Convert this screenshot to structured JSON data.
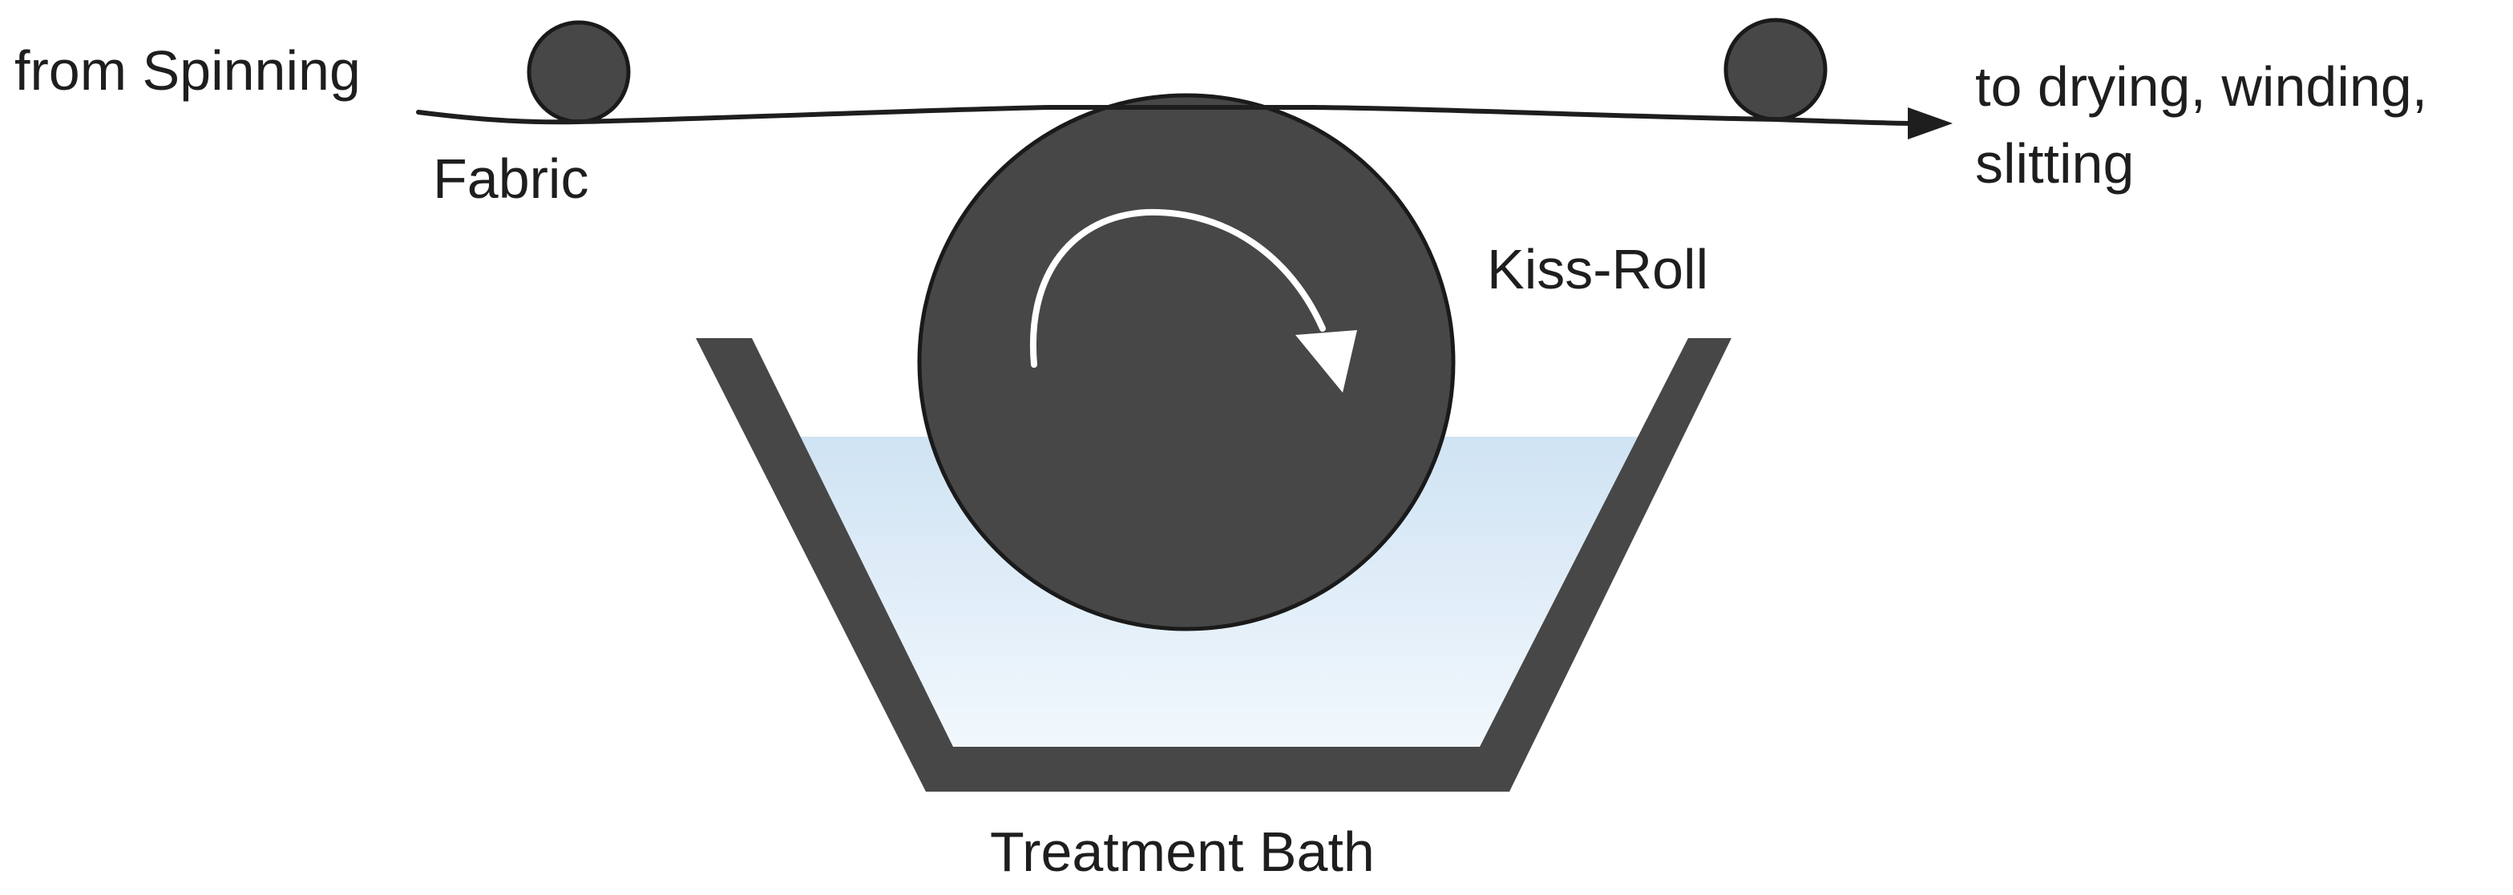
{
  "labels": {
    "source": "from Spinning",
    "fabric": "Fabric",
    "destination_line1": "to drying, winding,",
    "destination_line2": "slitting",
    "kiss_roll": "Kiss-Roll",
    "bath": "Treatment Bath"
  },
  "colors": {
    "roll": "#474747",
    "roll_outline": "#1a1a1a",
    "tank": "#474747",
    "liquid_top": "#cfe3f3",
    "liquid_bottom": "#f2f8fd",
    "fabric_line": "#1e1e1e",
    "rotation_arrow": "#ffffff"
  }
}
